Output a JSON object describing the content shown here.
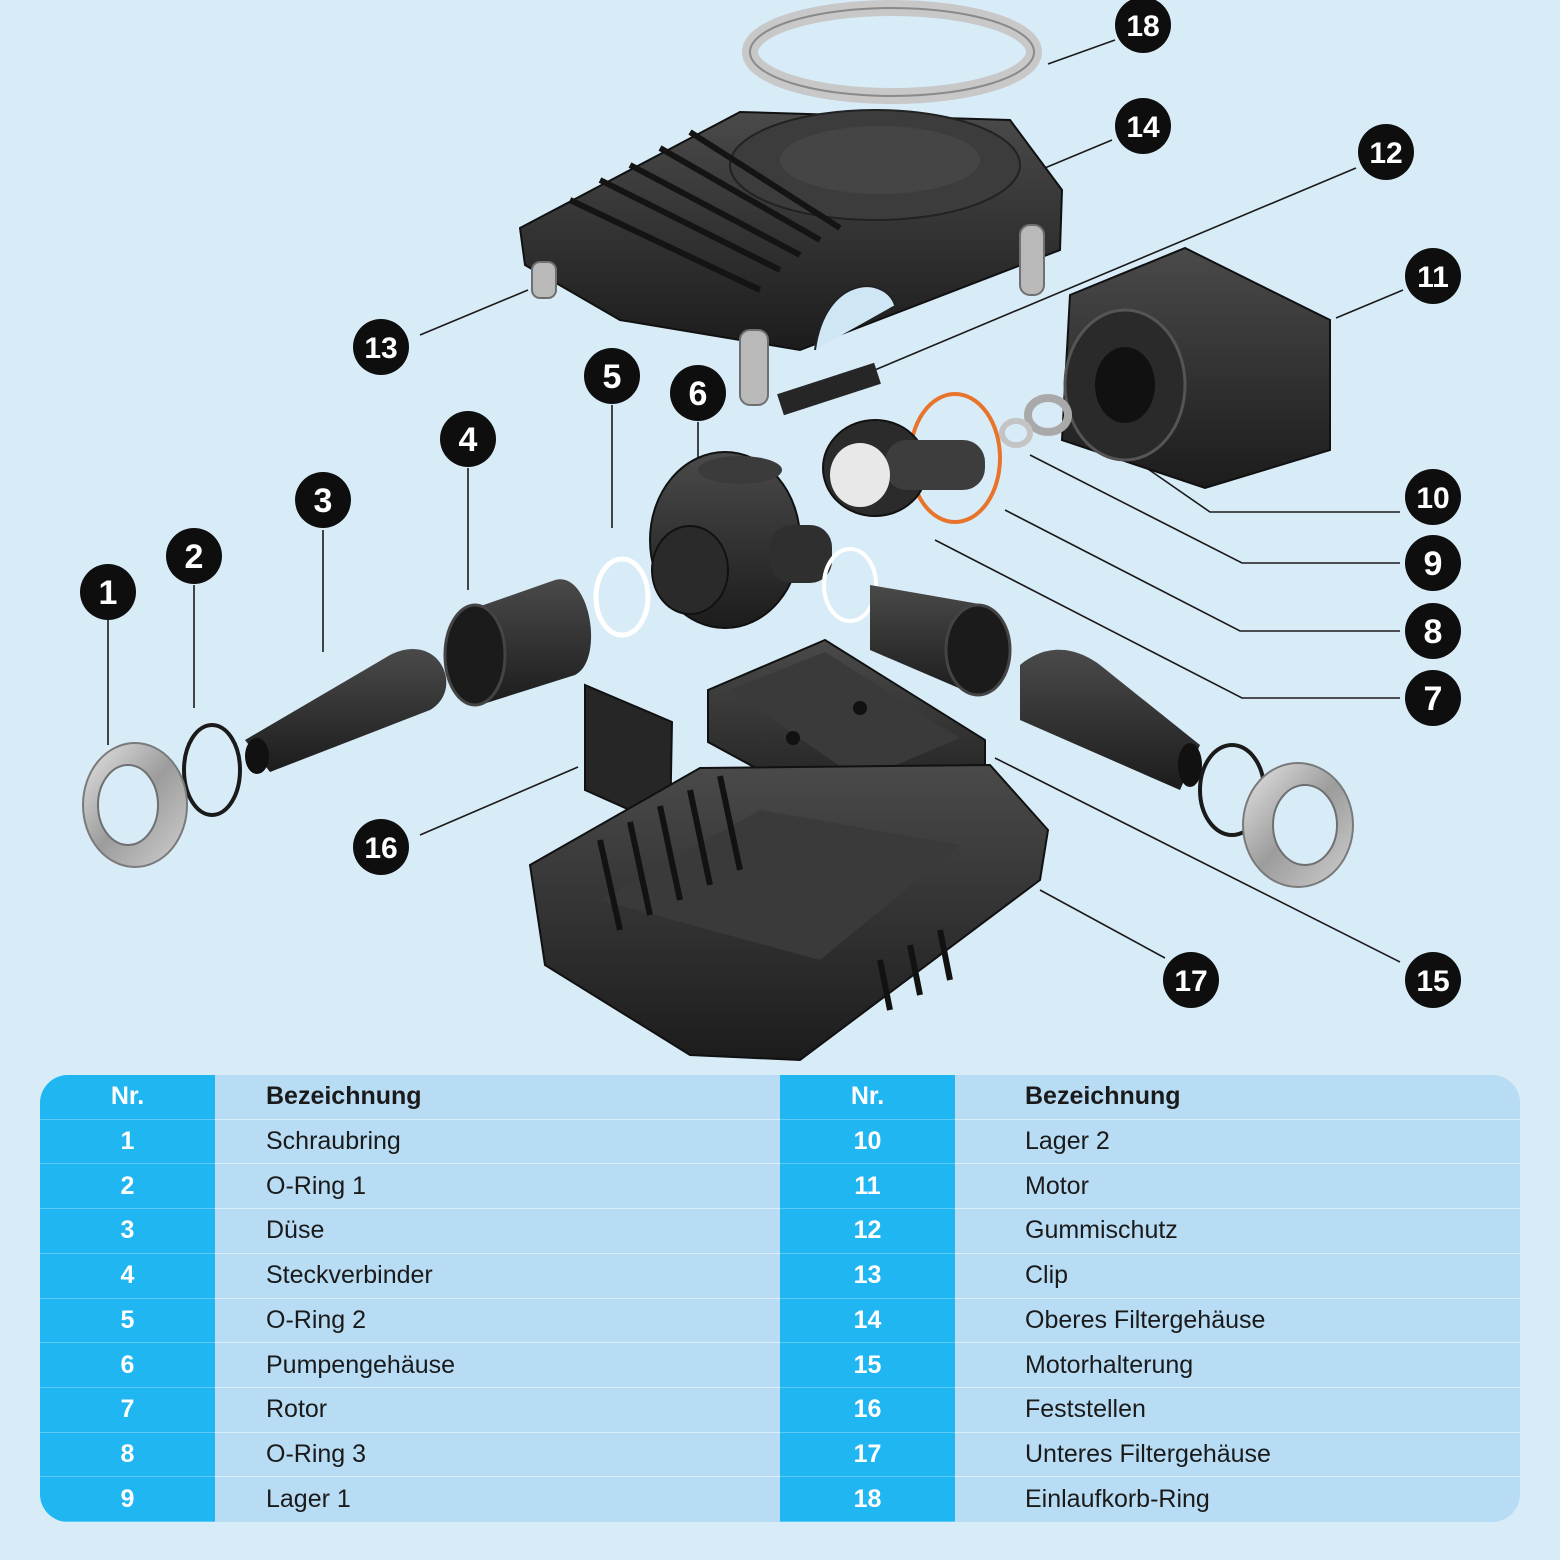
{
  "colors": {
    "background": "#d8ecf8",
    "table_nr_column": "#1fb6f2",
    "table_name_column": "#b7dcf4",
    "part_dark": "#2b2b2b",
    "oring_accent": "#e8742c",
    "metal": "#b8b8b8"
  },
  "callouts": [
    "1",
    "2",
    "3",
    "4",
    "5",
    "6",
    "7",
    "8",
    "9",
    "10",
    "11",
    "12",
    "13",
    "14",
    "15",
    "16",
    "17",
    "18"
  ],
  "table": {
    "header_nr": "Nr.",
    "header_name": "Bezeichnung",
    "left_rows": [
      {
        "nr": "1",
        "name": "Schraubring"
      },
      {
        "nr": "2",
        "name": "O-Ring 1"
      },
      {
        "nr": "3",
        "name": "Düse"
      },
      {
        "nr": "4",
        "name": "Steckverbinder"
      },
      {
        "nr": "5",
        "name": "O-Ring 2"
      },
      {
        "nr": "6",
        "name": "Pumpengehäuse"
      },
      {
        "nr": "7",
        "name": "Rotor"
      },
      {
        "nr": "8",
        "name": "O-Ring 3"
      },
      {
        "nr": "9",
        "name": "Lager 1"
      }
    ],
    "right_rows": [
      {
        "nr": "10",
        "name": "Lager 2"
      },
      {
        "nr": "11",
        "name": "Motor"
      },
      {
        "nr": "12",
        "name": "Gummischutz"
      },
      {
        "nr": "13",
        "name": "Clip"
      },
      {
        "nr": "14",
        "name": "Oberes Filtergehäuse"
      },
      {
        "nr": "15",
        "name": "Motorhalterung"
      },
      {
        "nr": "16",
        "name": "Feststellen"
      },
      {
        "nr": "17",
        "name": "Unteres Filtergehäuse"
      },
      {
        "nr": "18",
        "name": "Einlaufkorb-Ring"
      }
    ]
  }
}
